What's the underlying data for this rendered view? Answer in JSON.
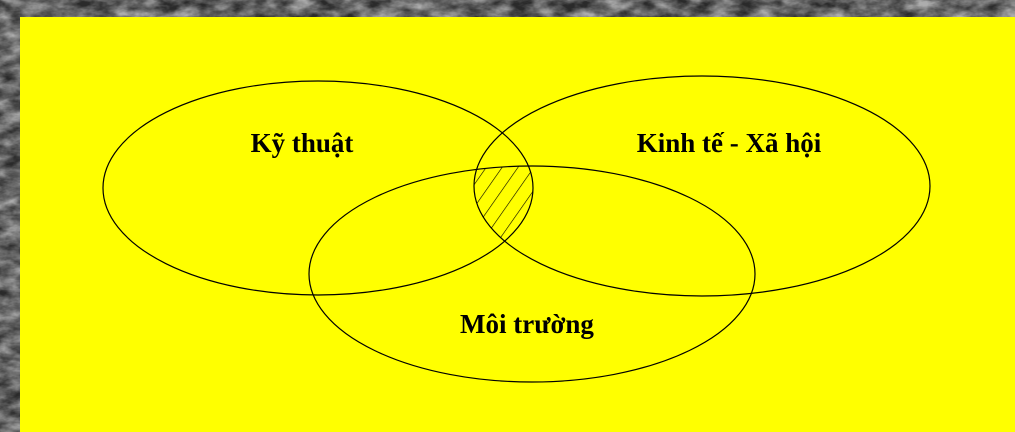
{
  "diagram": {
    "sets": [
      {
        "id": "ky-thuat",
        "label": "Kỹ thuật"
      },
      {
        "id": "kinh-te-xa-hoi",
        "label": "Kinh tế - Xã hội"
      },
      {
        "id": "moi-truong",
        "label": "Môi trường"
      }
    ],
    "highlighted_region": "intersection of all three sets (hatched)"
  },
  "colors": {
    "panel_background": "#ffff00",
    "outline": "#000000",
    "border_texture": "grey stone"
  }
}
